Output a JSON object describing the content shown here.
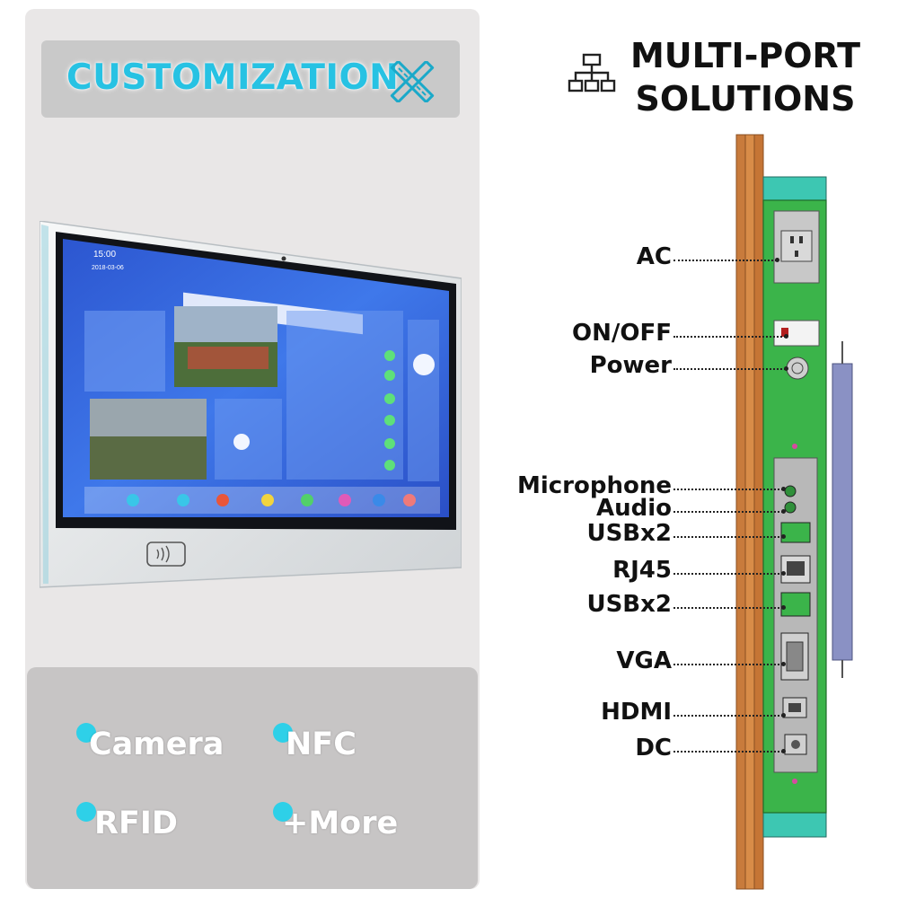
{
  "left": {
    "customization_title": "CUSTOMIZATION",
    "tools_icon": "ruler-pencil-icon",
    "tablet": {
      "screen_time": "15:00",
      "screen_date": "2018-03-06",
      "nfc_icon": "contactless-icon"
    },
    "features": [
      {
        "label": "Camera",
        "icon": "bullet-dot"
      },
      {
        "label": "NFC",
        "icon": "bullet-dot"
      },
      {
        "label": "RFID",
        "icon": "bullet-dot"
      },
      {
        "label": "+More",
        "icon": "bullet-dot"
      }
    ]
  },
  "right": {
    "title_line1": "MULTI-PORT",
    "title_line2": "SOLUTIONS",
    "title_icon": "network-icon",
    "ports": [
      {
        "label": "AC"
      },
      {
        "label": "ON/OFF"
      },
      {
        "label": "Power"
      },
      {
        "label": "Microphone"
      },
      {
        "label": "Audio"
      },
      {
        "label": "USBx2"
      },
      {
        "label": "RJ45"
      },
      {
        "label": "USBx2"
      },
      {
        "label": "VGA"
      },
      {
        "label": "HDMI"
      },
      {
        "label": "DC"
      }
    ]
  },
  "colors": {
    "accent_cyan": "#27c2e3",
    "board_green": "#36b24a",
    "bracket_teal": "#3cc6b0",
    "frame_copper": "#c77a3a",
    "screen_blue": "#2f5fd8"
  }
}
